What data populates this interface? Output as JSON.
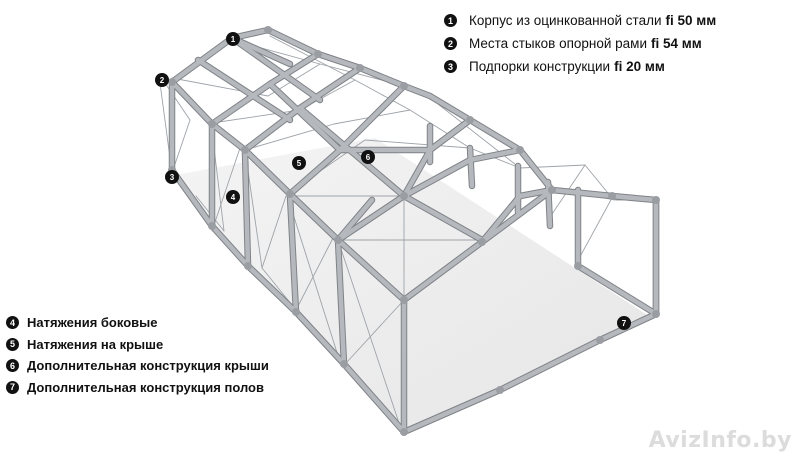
{
  "legend_top": [
    {
      "num": "1",
      "text": "Корпус из оцинкованной стали",
      "bold": "fi 50 мм"
    },
    {
      "num": "2",
      "text": "Места стыков опорной рами",
      "bold": "fi 54 мм"
    },
    {
      "num": "3",
      "text": "Подпорки конструкции",
      "bold": "fi 20 мм"
    }
  ],
  "legend_bottom": [
    {
      "num": "4",
      "text": "Натяжения боковые"
    },
    {
      "num": "5",
      "text": "Натяжения на крыше"
    },
    {
      "num": "6",
      "text": "Дополнительная конструкция крыши"
    },
    {
      "num": "7",
      "text": "Дополнительная конструкция полов"
    }
  ],
  "markers": [
    "1",
    "2",
    "3",
    "4",
    "5",
    "6",
    "7"
  ],
  "watermark": "AvizInfo.by",
  "colors": {
    "frame": "#a9acb0",
    "frame_edge": "#7d8085",
    "cable": "#9aa0a6",
    "floor_shadow": "#e9e9ea",
    "marker": "#111111"
  }
}
